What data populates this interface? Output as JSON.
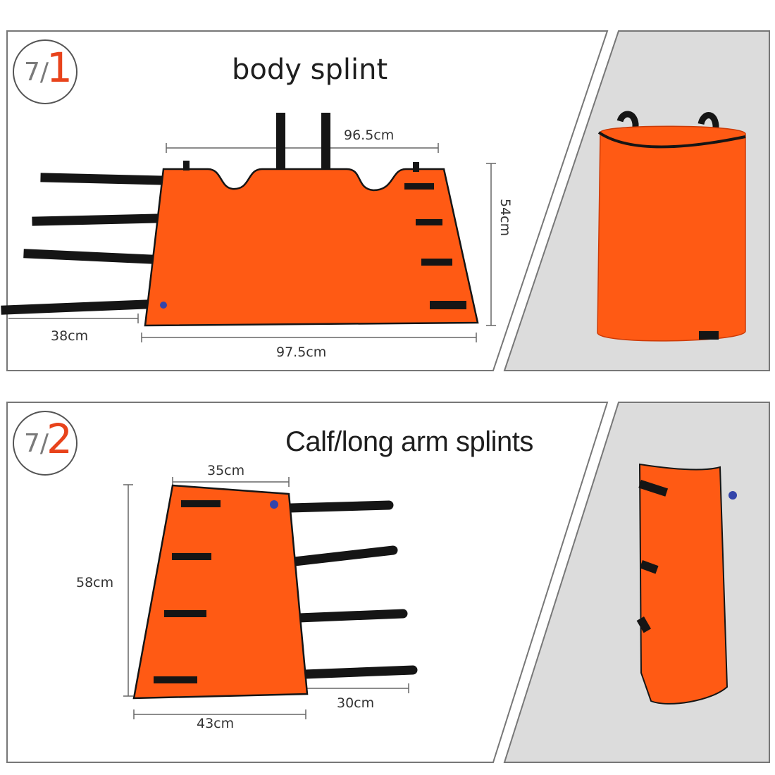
{
  "panels": [
    {
      "badge": {
        "index": "1",
        "total": "7/"
      },
      "title": "body splint",
      "dimensions": {
        "top_width": "96.5cm",
        "height": "54cm",
        "strap_length": "38cm",
        "bottom_width": "97.5cm"
      }
    },
    {
      "badge": {
        "index": "2",
        "total": "7/"
      },
      "title": "Calf/long arm splints",
      "dimensions": {
        "top_width": "35cm",
        "height": "58cm",
        "strap_length": "30cm",
        "bottom_width": "43cm"
      }
    }
  ],
  "colors": {
    "splint": "#ff5a14",
    "strap": "#151515",
    "grey_area": "#dcdcdc",
    "accent_number": "#e8431b",
    "valve": "#3344aa"
  },
  "icons": [
    "splint-flat-illustration",
    "splint-rolled-illustration",
    "air-valve-icon"
  ]
}
